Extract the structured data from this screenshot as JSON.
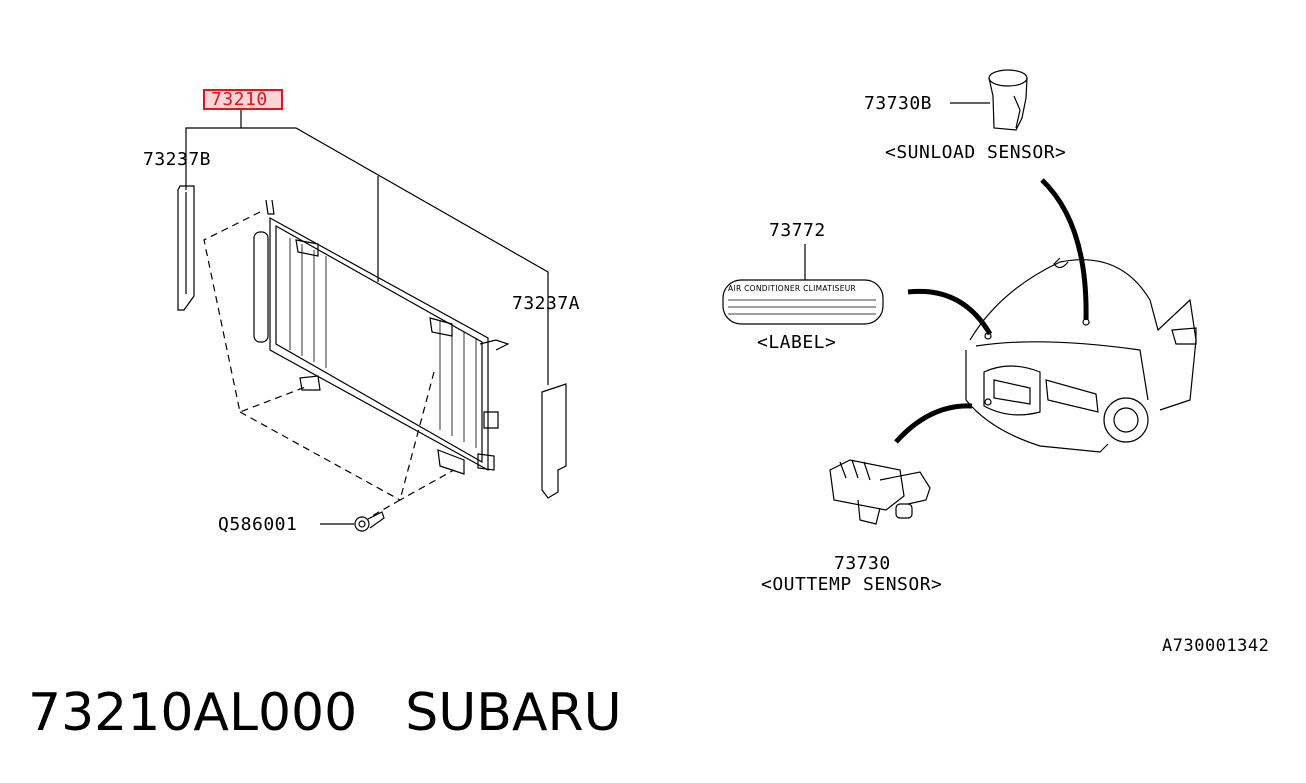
{
  "callouts": {
    "condenser": "73210",
    "seal_left": "73237B",
    "seal_right": "73237A",
    "bolt": "Q586001",
    "sunload_sensor": "73730B",
    "sunload_caption": "<SUNLOAD SENSOR>",
    "label_part": "73772",
    "label_caption": "<LABEL>",
    "label_text": "AIR CONDITIONER  CLIMATISEUR",
    "outtemp_sensor": "73730",
    "outtemp_caption": "<OUTTEMP SENSOR>"
  },
  "sheet_code": "A730001342",
  "footer": {
    "part_number": "73210AL000",
    "brand": "SUBARU"
  },
  "colors": {
    "highlight": "#e0161e",
    "ink": "#000000"
  }
}
